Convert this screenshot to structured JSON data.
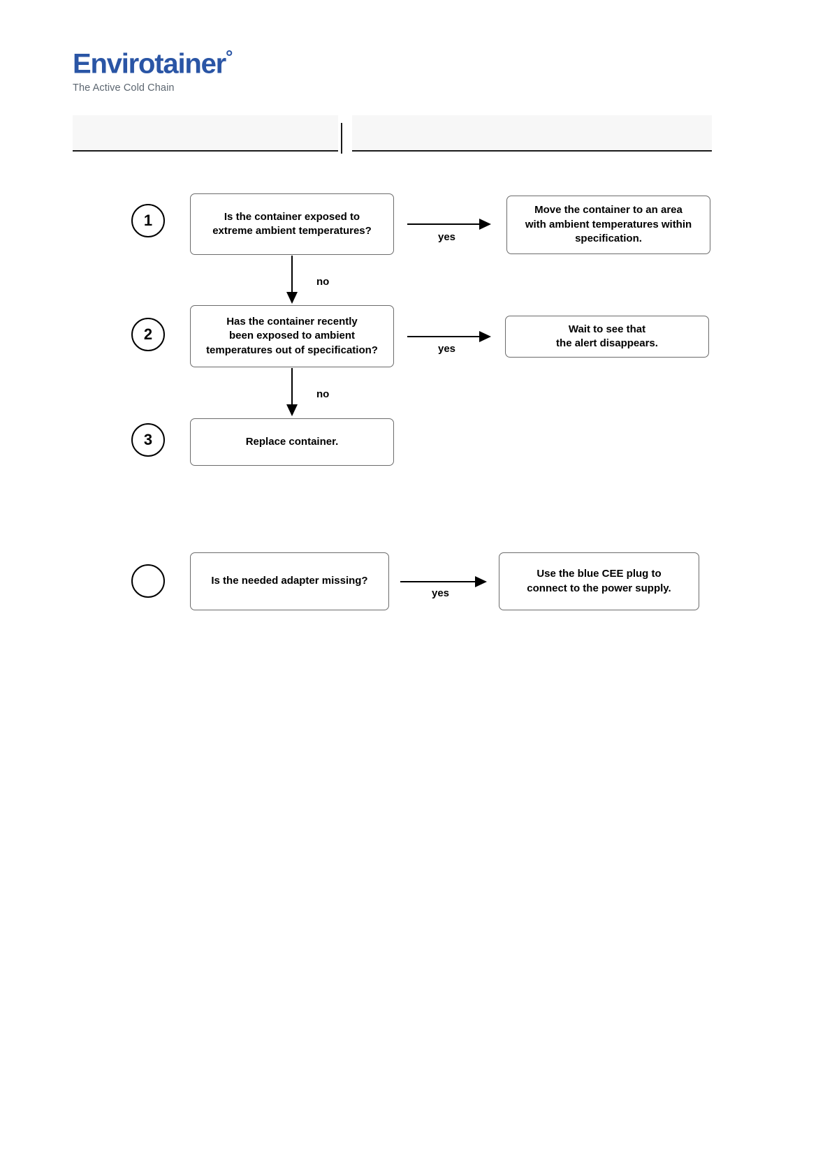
{
  "brand": {
    "wordmark": "Envirotainer",
    "degree": "°",
    "tagline": "The Active Cold Chain",
    "color": "#2A55A5"
  },
  "header": {
    "left_bar_text": "",
    "right_bar_text": ""
  },
  "flowchart": {
    "type": "decision-flow",
    "sections": [
      {
        "id": "section-1",
        "steps": [
          {
            "number": "1",
            "question": "Is the container exposed to\nextreme ambient temperatures?",
            "yes_label": "yes",
            "yes_action": "Move the container to an area\nwith ambient temperatures within\nspecification.",
            "no_label": "no"
          },
          {
            "number": "2",
            "question": "Has the container recently\nbeen exposed to ambient\ntemperatures out of specification?",
            "yes_label": "yes",
            "yes_action": "Wait to see that\nthe alert disappears.",
            "no_label": "no"
          },
          {
            "number": "3",
            "question": "Replace container.",
            "yes_label": "",
            "yes_action": "",
            "no_label": ""
          }
        ]
      },
      {
        "id": "section-2",
        "steps": [
          {
            "number": "",
            "question": "Is the needed adapter missing?",
            "yes_label": "yes",
            "yes_action": "Use the blue CEE plug to\nconnect to the power supply.",
            "no_label": ""
          }
        ]
      }
    ]
  }
}
